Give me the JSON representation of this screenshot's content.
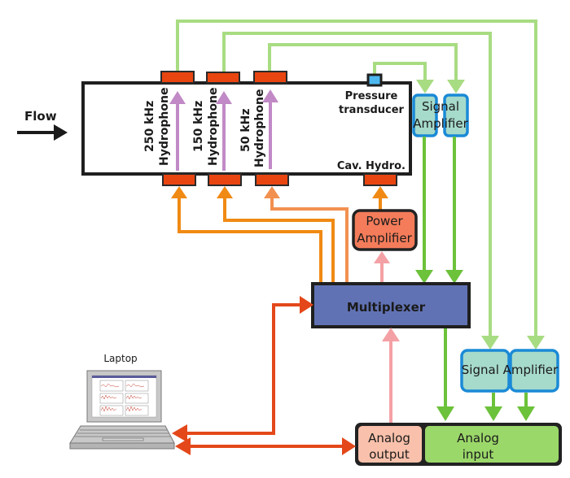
{
  "labels": {
    "flow": "Flow",
    "hydrophone_250_freq": "250 kHz",
    "hydrophone_250_name": "Hydrophone",
    "hydrophone_150_freq": "150 kHz",
    "hydrophone_150_name": "Hydrophone",
    "hydrophone_50_freq": "50 kHz",
    "hydrophone_50_name": "Hydrophone",
    "pressure_line1": "Pressure",
    "pressure_line2": "transducer",
    "cav_hydro": "Cav. Hydro.",
    "signal_amp_top_line1": "Signal",
    "signal_amp_top_line2": "Amplifier",
    "signal_amp_bottom": "Signal Amplifier",
    "power_amp_line1": "Power",
    "power_amp_line2": "Amplifier",
    "multiplexer": "Multiplexer",
    "laptop": "Laptop",
    "analog_output_line1": "Analog",
    "analog_output_line2": "output",
    "analog_input_line1": "Analog",
    "analog_input_line2": "input"
  },
  "colors": {
    "transducer_red": "#e84510",
    "sensor_blue": "#4db8ef",
    "hydrophone_purple": "#c18ac6",
    "signal_green_light": "#a8dc82",
    "signal_green": "#6cc23a",
    "drive_orange": "#f08a14",
    "drive_orange_light": "#f29050",
    "pink": "#f4a1a5",
    "link_red": "#e4481a",
    "amp_fill": "#a6dacb",
    "amp_border": "#1a8ad6",
    "power_amp_fill": "#f47c5a",
    "multiplexer_fill": "#6172b4",
    "analog_output_fill": "#f9c1ab",
    "analog_input_fill": "#9bd86a"
  }
}
